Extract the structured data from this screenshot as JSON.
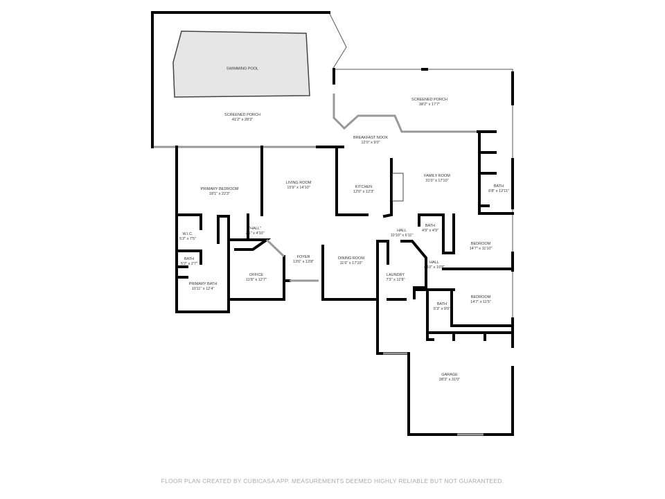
{
  "rooms": [
    {
      "name": "SWIMMING POOL",
      "dim": ""
    },
    {
      "name": "SCREENED PORCH",
      "dim": "41'2\" x 28'3\""
    },
    {
      "name": "SCREENED PORCH",
      "dim": "38'2\" x 17'7\""
    },
    {
      "name": "BREAKFAST NOOK",
      "dim": "12'0\" x 9'0\""
    },
    {
      "name": "FAMILY ROOM",
      "dim": "31'0\" x 17'10\""
    },
    {
      "name": "KITCHEN",
      "dim": "12'0\" x 12'3\""
    },
    {
      "name": "BATH",
      "dim": "6'8\" x 12'11\""
    },
    {
      "name": "LIVING ROOM",
      "dim": "15'9\" x 14'10\""
    },
    {
      "name": "PRIMARY BEDROOM",
      "dim": "18'1\" x 22'3\""
    },
    {
      "name": "W.I.C.",
      "dim": "5'2\" x 7'5\""
    },
    {
      "name": "\"HALL\"",
      "dim": "2'5\" x 4'10\""
    },
    {
      "name": "BATH",
      "dim": "5'2\" x 2'7\""
    },
    {
      "name": "PRIMARY BATH",
      "dim": "10'11\" x 12'4\""
    },
    {
      "name": "OFFICE",
      "dim": "11'8\" x 12'7\""
    },
    {
      "name": "FOYER",
      "dim": "13'6\" x 13'8\""
    },
    {
      "name": "DINING ROOM",
      "dim": "11'6\" x 17'10\""
    },
    {
      "name": "HALL",
      "dim": "10'10\" x 6'11\""
    },
    {
      "name": "BATH",
      "dim": "4'9\" x 4'9\""
    },
    {
      "name": "LAUNDRY",
      "dim": "7'3\" x 12'8\""
    },
    {
      "name": "HALL",
      "dim": "4'10\" x 10'8\""
    },
    {
      "name": "BEDROOM",
      "dim": "14'7\" x 11'10\""
    },
    {
      "name": "BEDROOM",
      "dim": "14'7\" x 11'5\""
    },
    {
      "name": "BATH",
      "dim": "5'3\" x 9'0\""
    },
    {
      "name": "GARAGE",
      "dim": "28'3\" x 31'0\""
    }
  ],
  "footer": "FLOOR PLAN CREATED BY CUBICASA APP. MEASUREMENTS DEEMED HIGHLY RELIABLE BUT NOT GUARANTEED.",
  "colors": {
    "wall": "#000000",
    "pool": "#e6e6e6",
    "footer": "#aaaaaa"
  }
}
